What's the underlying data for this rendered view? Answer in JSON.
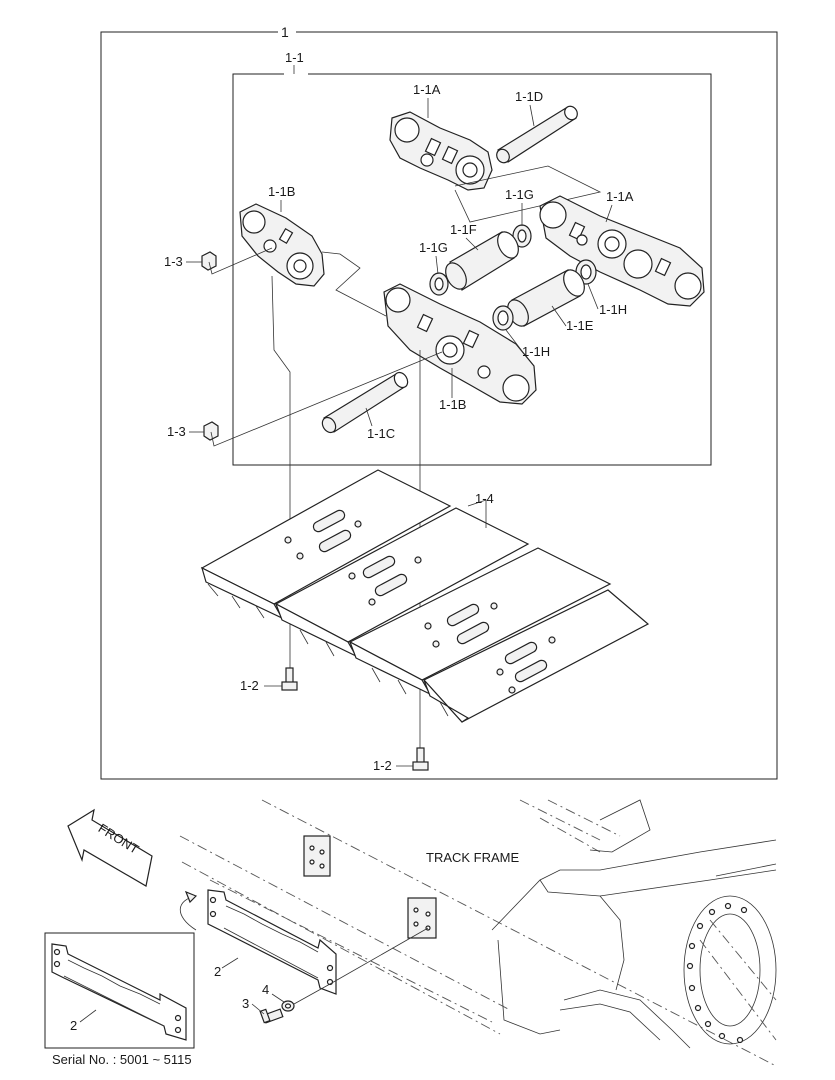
{
  "labels": {
    "assembly": "1",
    "sub_assembly": "1-1",
    "link_a_top": "1-1A",
    "pin_d": "1-1D",
    "link_b_left": "1-1B",
    "seal_g_right": "1-1G",
    "link_a_right": "1-1A",
    "bushing_f": "1-1F",
    "seal_g_left": "1-1G",
    "nut_upper": "1-3",
    "seal_h_right": "1-1H",
    "bushing_e": "1-1E",
    "seal_h_center": "1-1H",
    "link_b_center": "1-1B",
    "pin_c": "1-1C",
    "nut_lower": "1-3",
    "shoe": "1-4",
    "bolt_left": "1-2",
    "bolt_center": "1-2"
  },
  "lower": {
    "front": "FRONT",
    "track_frame": "TRACK FRAME",
    "guard": "2",
    "guard_inset": "2",
    "bolt": "3",
    "washer": "4",
    "serial": "Serial No. : 5001 ~ 5115"
  }
}
